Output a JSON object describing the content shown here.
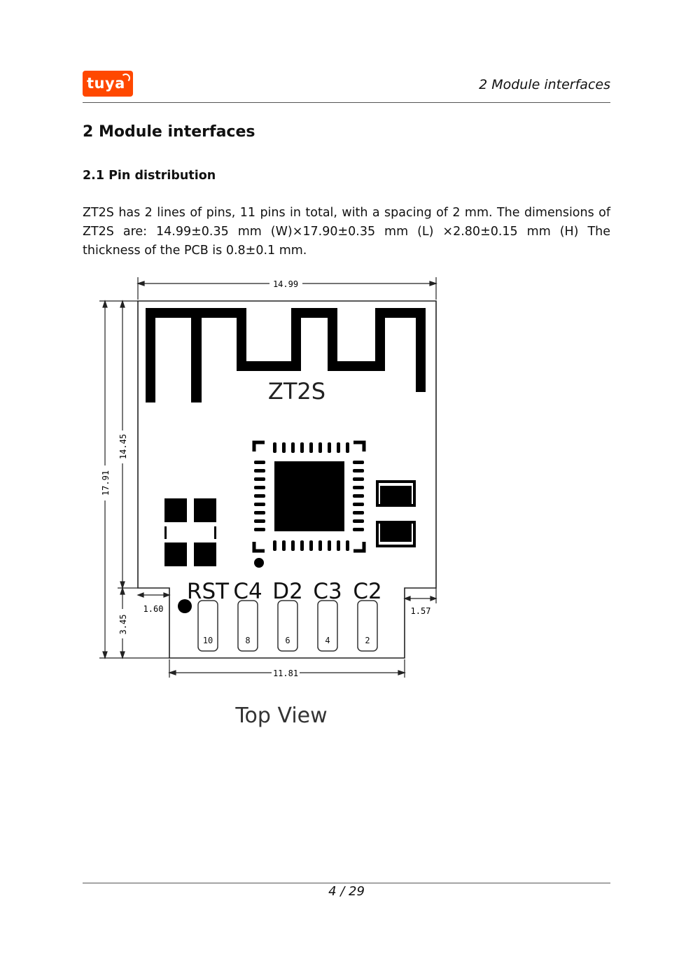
{
  "header": {
    "logo_text": "tuya",
    "logo_color": "#ff4800",
    "section_title": "2 Module interfaces"
  },
  "section": {
    "title": "2  Module interfaces",
    "subsection_title": "2.1  Pin distribution",
    "paragraph": "ZT2S has 2 lines of pins, 11 pins in total, with a spacing of 2 mm. The dimensions of ZT2S are:  14.99±0.35 mm (W)×17.90±0.35 mm (L) ×2.80±0.15 mm (H) The thickness of the PCB is 0.8±0.1 mm."
  },
  "figure": {
    "module_label": "ZT2S",
    "caption": "Top View",
    "dimensions": {
      "width": "14.99",
      "height_total": "17.91",
      "height_upper": "14.45",
      "height_lower": "3.45",
      "inset_left": "1.60",
      "inset_right": "1.57",
      "bottom_width": "11.81"
    },
    "pin_labels": [
      "RST",
      "C4",
      "D2",
      "C3",
      "C2"
    ],
    "pin_numbers": [
      "10",
      "8",
      "6",
      "4",
      "2"
    ]
  },
  "footer": {
    "page": "4 / 29"
  }
}
